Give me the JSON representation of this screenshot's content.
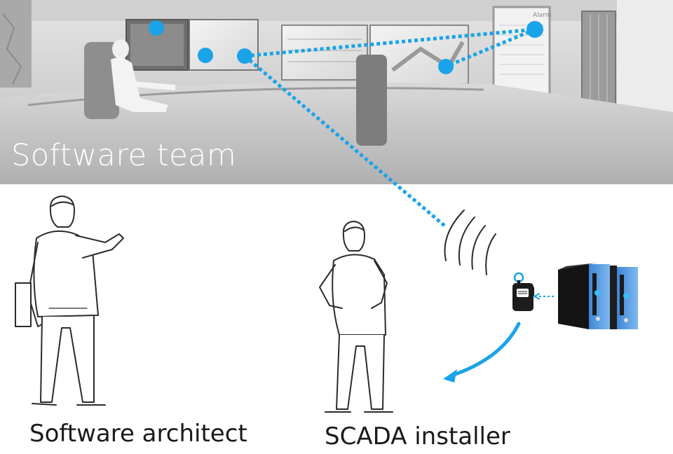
{
  "top_panel": {
    "label": "Software team",
    "screen_text": "Alarm"
  },
  "people": [
    {
      "role": "Software architect"
    },
    {
      "role": "SCADA installer"
    }
  ],
  "colors": {
    "accent": "#1aa3e8",
    "photo_tone": "#cfcfcf",
    "device_blue": "#4e9be0",
    "sketch": "#2b2b2b"
  },
  "icons": [
    "radio-icon",
    "rtu-device-icon",
    "wireless-signal-icon",
    "network-node-icon"
  ]
}
